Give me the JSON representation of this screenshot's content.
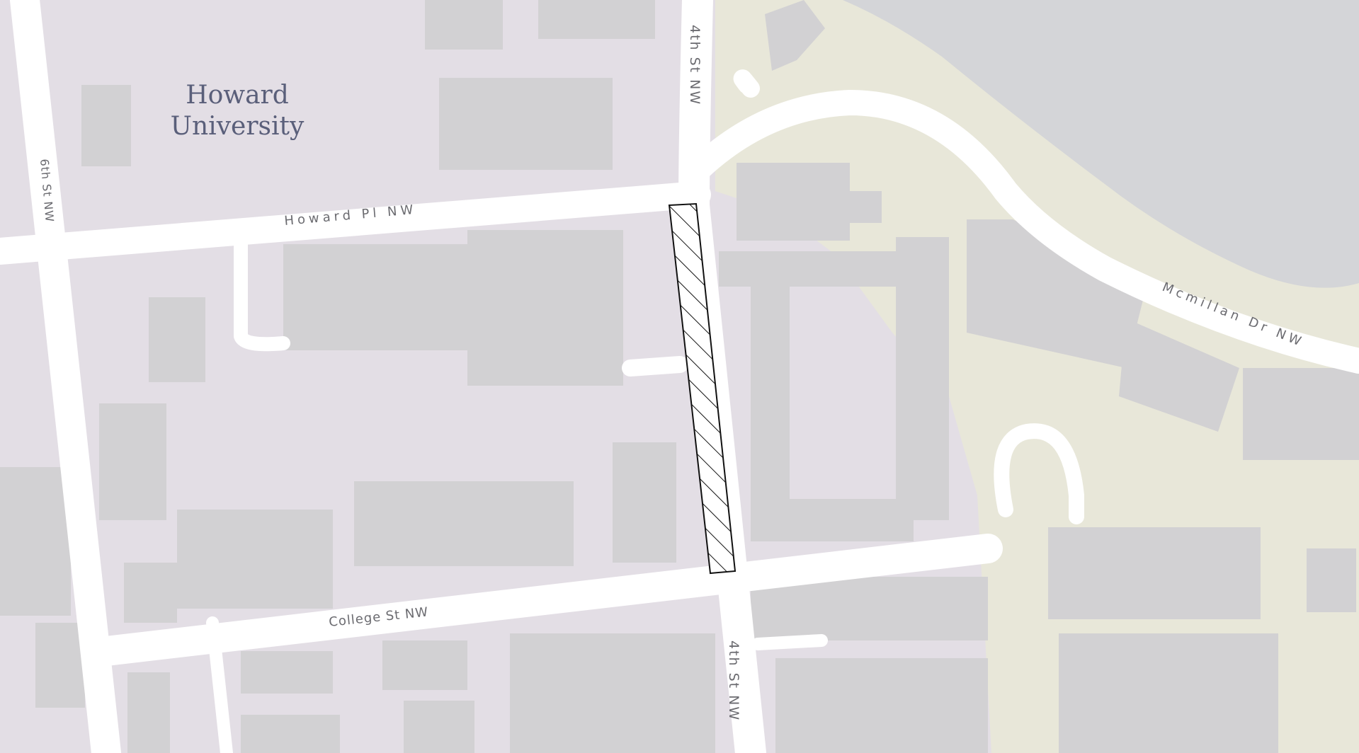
{
  "place": {
    "name_line1": "Howard",
    "name_line2": "University"
  },
  "streets": {
    "fourth_north": "4th St NW",
    "fourth_south": "4th St NW",
    "sixth": "6th St NW",
    "howard_pl": "Howard Pl NW",
    "college": "College St NW",
    "mcmillan": "Mcmillan Dr NW"
  },
  "colors": {
    "campus": "#e3dee5",
    "park": "#e8e7d9",
    "water": "#d4d5d8",
    "building": "#d2d1d3",
    "road": "#ffffff",
    "highlight_stroke": "#111111"
  }
}
